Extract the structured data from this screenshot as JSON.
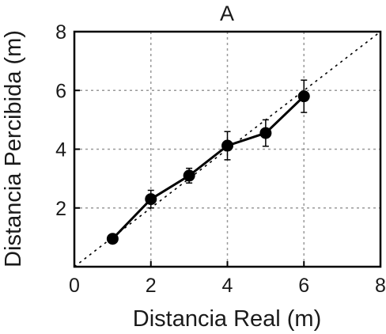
{
  "chart_data": {
    "type": "line",
    "title": "A",
    "xlabel": "Distancia Real (m)",
    "ylabel": "Distancia Percibida (m)",
    "xlim": [
      0,
      8
    ],
    "ylim": [
      0,
      8
    ],
    "x_ticks": [
      "0",
      "2",
      "4",
      "6",
      "8"
    ],
    "y_ticks": [
      "2",
      "4",
      "6",
      "8"
    ],
    "grid": true,
    "legend": "none",
    "series": [
      {
        "x": [
          1,
          2,
          3,
          4,
          5,
          6
        ],
        "y": [
          0.95,
          2.3,
          3.1,
          4.12,
          4.55,
          5.8
        ],
        "error": [
          0.05,
          0.3,
          0.25,
          0.48,
          0.45,
          0.55
        ],
        "color": "#000000",
        "marker": "circle"
      }
    ],
    "reference_line": {
      "x": [
        0,
        8
      ],
      "y": [
        0,
        8
      ],
      "style": "dotted",
      "color": "#000000"
    }
  }
}
